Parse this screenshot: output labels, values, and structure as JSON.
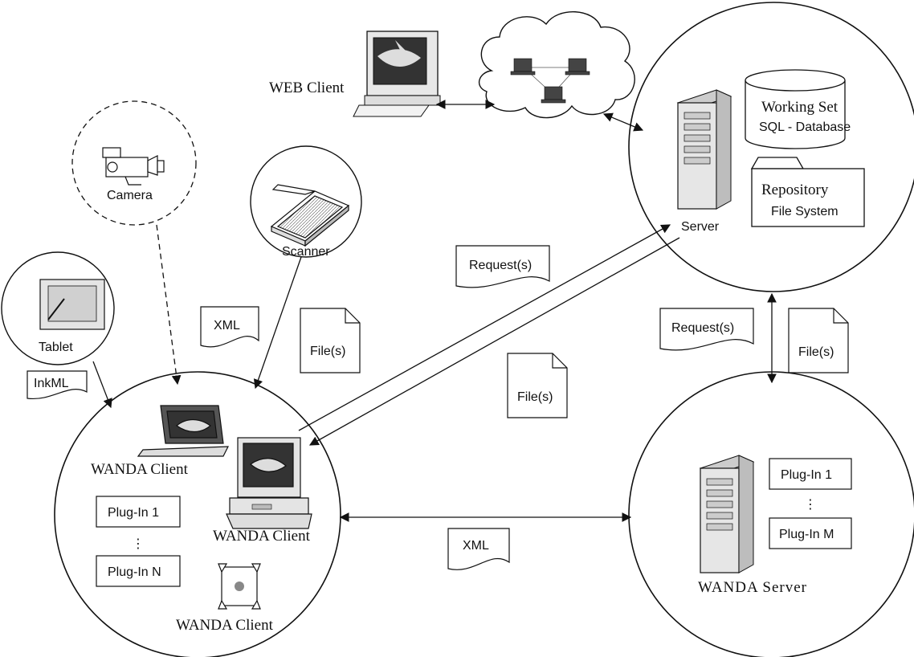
{
  "labels": {
    "web_client": "WEB Client",
    "working_set": "Working Set",
    "sql_database": "SQL - Database",
    "repository": "Repository",
    "file_system": "File System",
    "server": "Server",
    "camera": "Camera",
    "scanner": "Scanner",
    "tablet": "Tablet",
    "wanda_client_laptop": "WANDA Client",
    "wanda_client_desktop": "WANDA Client",
    "wanda_client_mac": "WANDA Client",
    "wanda_server": "WANDA Server"
  },
  "client_plugins": {
    "first": "Plug-In 1",
    "dots": "⋮",
    "last": "Plug-In N"
  },
  "server_plugins": {
    "first": "Plug-In 1",
    "dots": "⋮",
    "last": "Plug-In M"
  },
  "documents": {
    "request_center": "Request(s)",
    "request_right": "Request(s)",
    "xml_left": "XML",
    "files_scanner": "File(s)",
    "files_center": "File(s)",
    "files_right": "File(s)",
    "inkml": "InkML",
    "xml_bottom": "XML"
  },
  "icons": {
    "web_client": "crt-computer-icon",
    "network": "network-cloud-icon",
    "server": "tower-server-icon",
    "database": "database-cylinder-icon",
    "folder": "folder-icon",
    "camera": "video-camera-icon",
    "scanner": "flatbed-scanner-icon",
    "tablet": "graphics-tablet-icon",
    "laptop": "laptop-icon",
    "desktop": "desktop-computer-icon",
    "mac": "mac-cube-icon",
    "wanda_server": "tower-server-icon"
  }
}
